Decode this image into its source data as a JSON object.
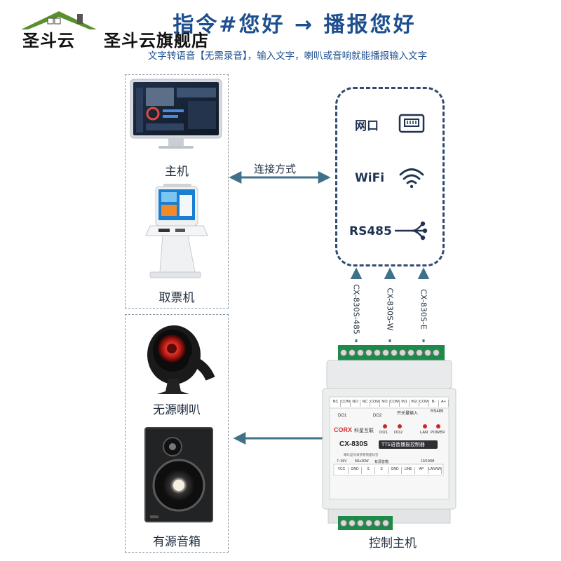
{
  "watermark": {
    "left": "圣斗云",
    "right": "圣斗云旗舰店"
  },
  "headline": "指令#您好 → 播报您好",
  "subline": "文字转语音【无需录音】，输入文字，喇叭或音响就能播报输入文字",
  "devices": {
    "host": "主机",
    "kiosk": "取票机",
    "passive_speaker": "无源喇叭",
    "active_speaker": "有源音箱",
    "controller": "控制主机"
  },
  "connection_label": "连接方式",
  "interfaces": [
    {
      "label": "网口",
      "icon": "ethernet-port-icon"
    },
    {
      "label": "WiFi",
      "icon": "wifi-icon"
    },
    {
      "label": "RS485",
      "icon": "rs485-wire-icon"
    }
  ],
  "cables": [
    "CX-830S-485",
    "CX-830S-W",
    "CX-830S-E"
  ],
  "controller_panel": {
    "brand": "CORX",
    "brand_cn": "科星互联",
    "model": "CX-830S",
    "tag": "TTS语音播报控制器",
    "top_terminals": [
      "NC",
      "COM",
      "NO",
      "NC",
      "COM",
      "NO",
      "COM-",
      "IN1",
      "IN2",
      "COM-",
      "B-",
      "A+"
    ],
    "do1": "DO1",
    "do2": "DO2",
    "switch_input": "开关量输入",
    "rs485": "RS485",
    "leds": [
      "DO1",
      "DO2",
      "LAN",
      "POWER"
    ],
    "bottom_group_1": "7~36V",
    "bottom_group_2": "8Ω≤30W",
    "bottom_group_3": "有源音箱",
    "bottom_group_4": "10/100M",
    "bottom_terminals": [
      "VCC",
      "GND",
      "S",
      "S",
      "GND",
      "LINE",
      "AP",
      "LAN/WIFI"
    ],
    "small_print": "喇叭型号请参看侧面标签"
  },
  "colors": {
    "accent": "#1d4f8f",
    "arrow": "#3f7289",
    "terminal_green": "#1e8a4a",
    "dash": "#2f4b6e"
  }
}
